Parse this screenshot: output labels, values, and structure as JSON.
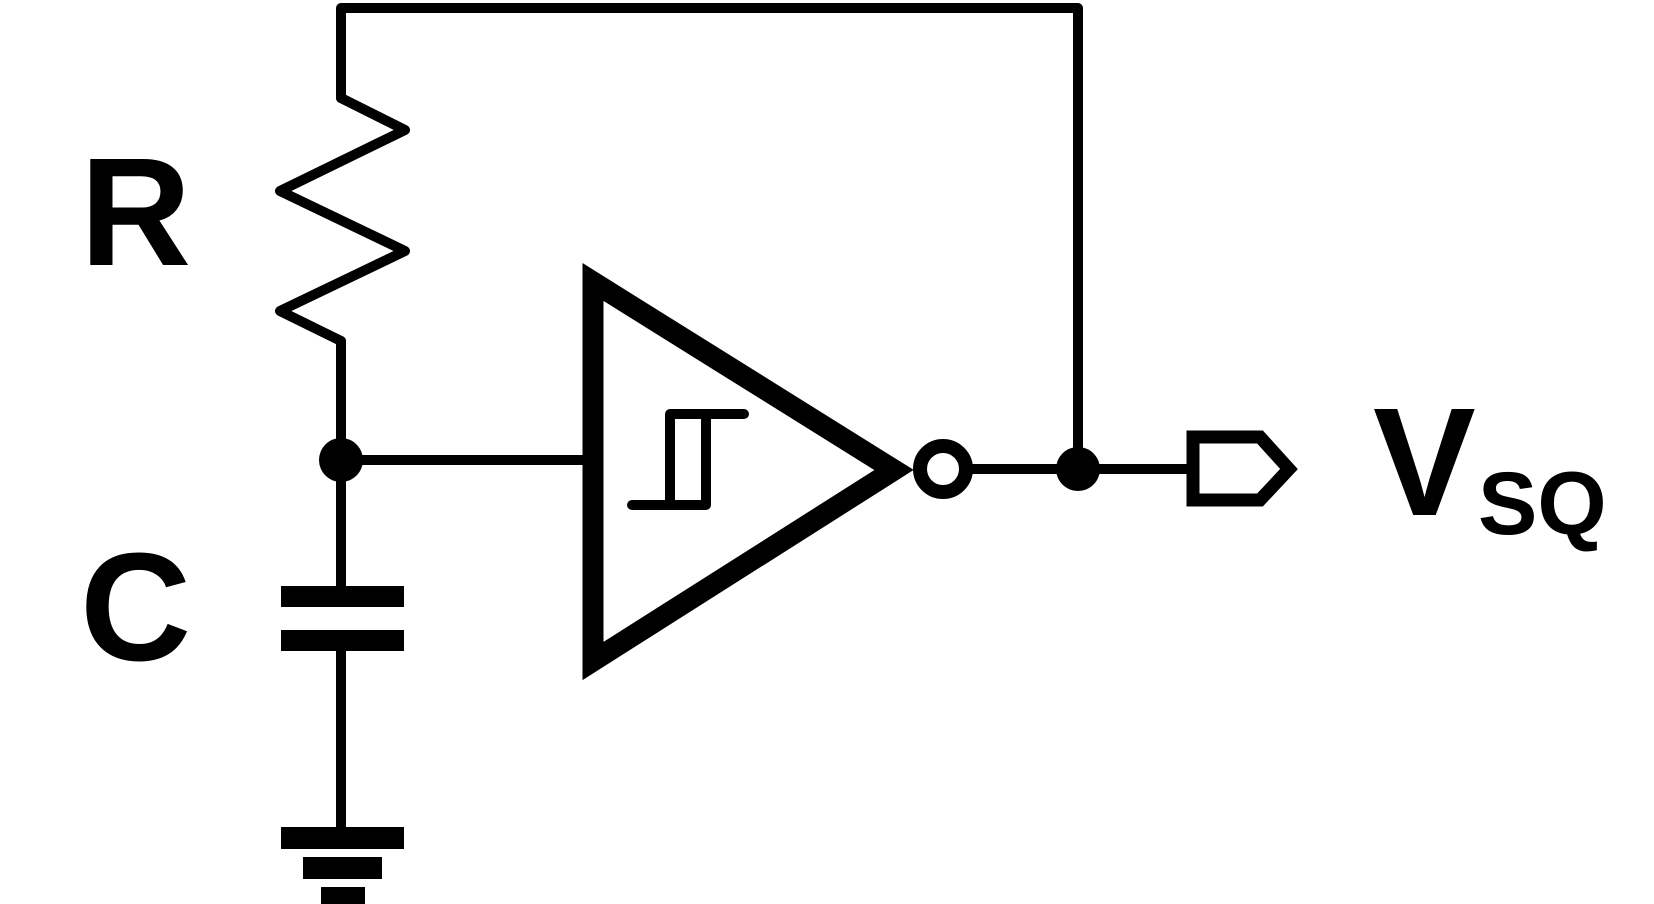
{
  "diagram": {
    "resistor_label": "R",
    "capacitor_label": "C",
    "output_label_main": "V",
    "output_label_sub": "SQ",
    "stroke_color": "#000000",
    "background_color": "#ffffff",
    "components": {
      "resistor": "resistor-icon",
      "capacitor": "capacitor-icon",
      "ground": "ground-icon",
      "inverter": "schmitt-trigger-inverter-icon",
      "output_port": "output-port-icon"
    }
  }
}
